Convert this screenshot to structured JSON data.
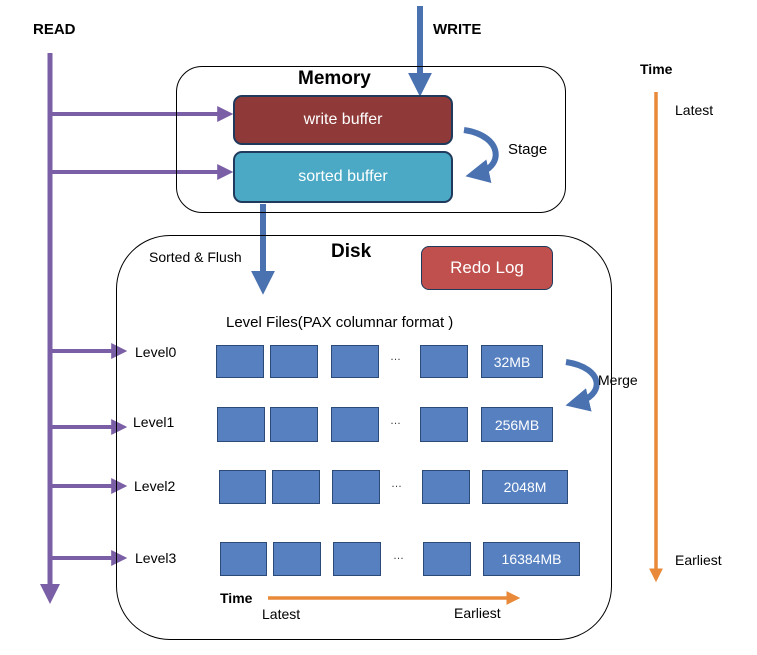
{
  "read_label": "READ",
  "write_label": "WRITE",
  "memory": {
    "title": "Memory",
    "write_buffer": "write buffer",
    "sorted_buffer": "sorted buffer",
    "stage_label": "Stage"
  },
  "sorted_flush_label": "Sorted & Flush",
  "disk": {
    "title": "Disk",
    "redo_log": "Redo Log",
    "level_files_title": "Level Files(PAX columnar format )",
    "merge_label": "Merge",
    "ellipsis": "…",
    "levels": [
      {
        "label": "Level0",
        "size": "32MB"
      },
      {
        "label": "Level1",
        "size": "256MB"
      },
      {
        "label": "Level2",
        "size": "2048M"
      },
      {
        "label": "Level3",
        "size": "16384MB"
      }
    ],
    "bottom_time": {
      "label": "Time",
      "start": "Latest",
      "end": "Earliest"
    }
  },
  "time_axis": {
    "label": "Time",
    "start": "Latest",
    "end": "Earliest"
  },
  "colors": {
    "read_arrow": "#7b5fa6",
    "write_arrow": "#4a72b0",
    "write_buffer": "#8f3a38",
    "sorted_buffer": "#4ba9c5",
    "redo_log": "#c0504d",
    "file_block": "#5680c0",
    "time_arrow": "#e88a3a"
  }
}
